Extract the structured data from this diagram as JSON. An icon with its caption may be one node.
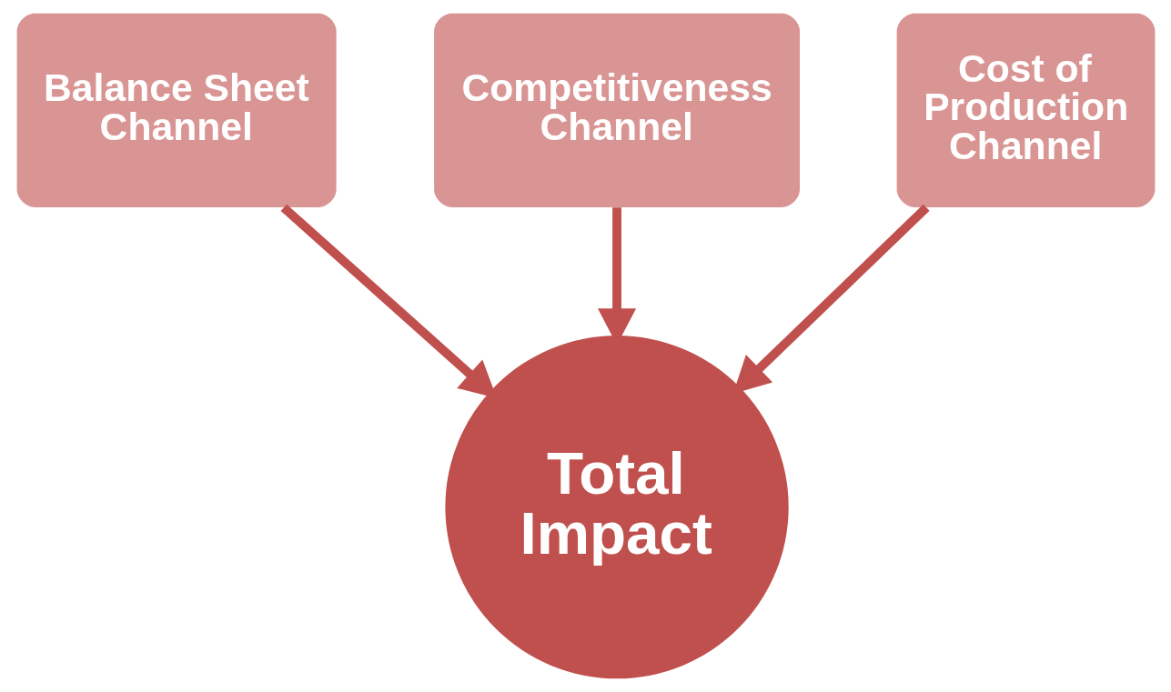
{
  "diagram": {
    "nodes": [
      {
        "text": [
          "Balance Sheet Channel"
        ]
      },
      {
        "text": [
          "Competitiveness Channel"
        ]
      },
      {
        "text": [
          "Cost of Production Channel"
        ]
      },
      {
        "text": [
          "Total Impact"
        ]
      }
    ],
    "edges": [
      {
        "from": 0,
        "to": 3,
        "arrow": "to"
      },
      {
        "from": 1,
        "to": 3,
        "arrow": "to"
      },
      {
        "from": 2,
        "to": 3,
        "arrow": "to"
      }
    ]
  }
}
